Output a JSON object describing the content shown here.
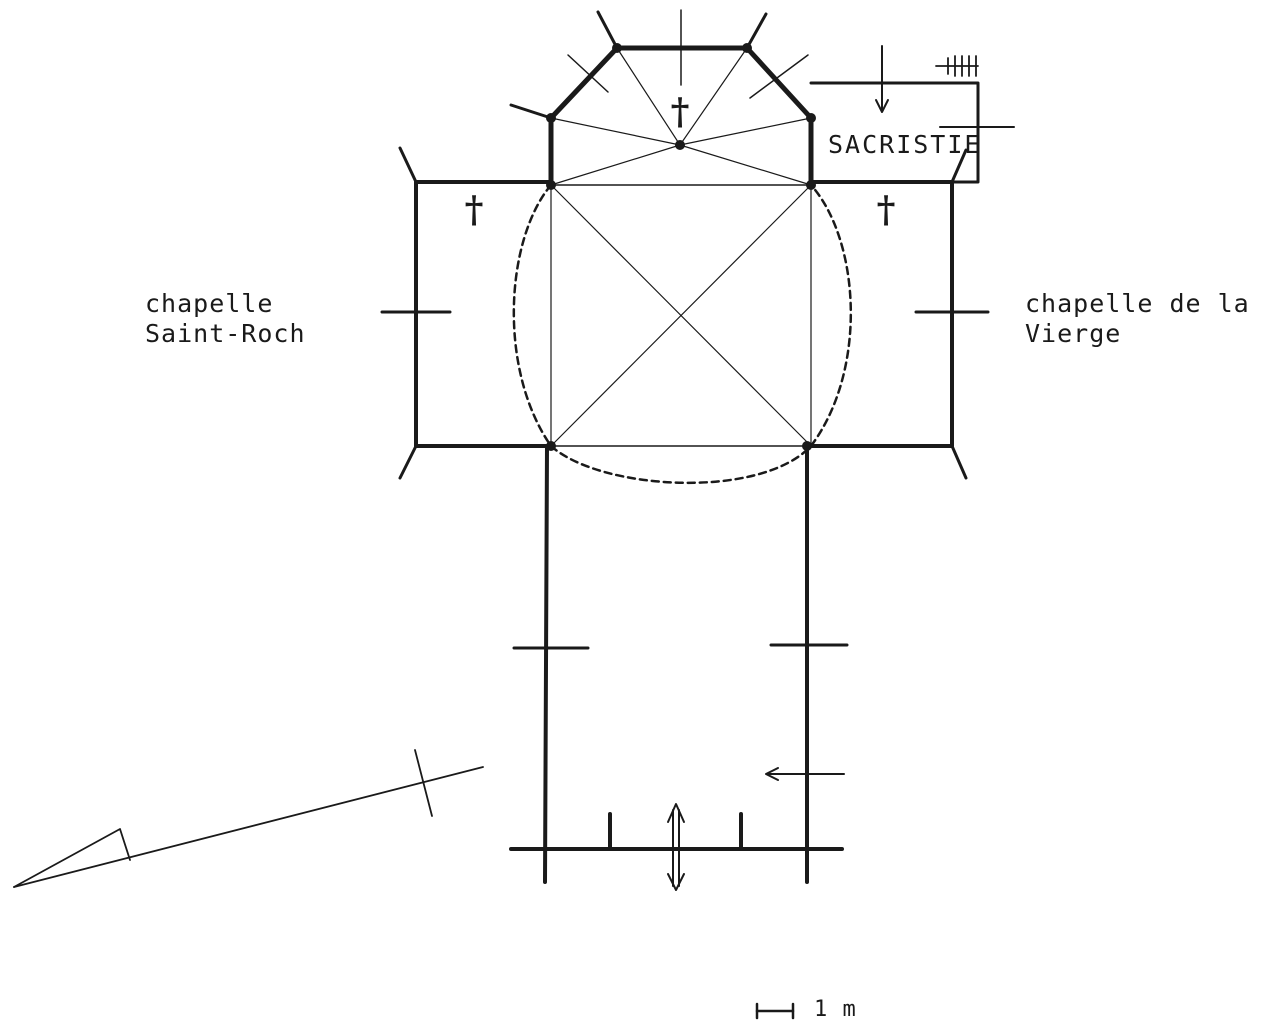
{
  "labels": {
    "sacristie": "SACRISTIE",
    "chapel_left_line1": "chapelle",
    "chapel_left_line2": "Saint-Roch",
    "chapel_right_line1": "chapelle de la",
    "chapel_right_line2": "Vierge",
    "scale": "1 m"
  },
  "symbols": {
    "cross_glyph": "†"
  }
}
